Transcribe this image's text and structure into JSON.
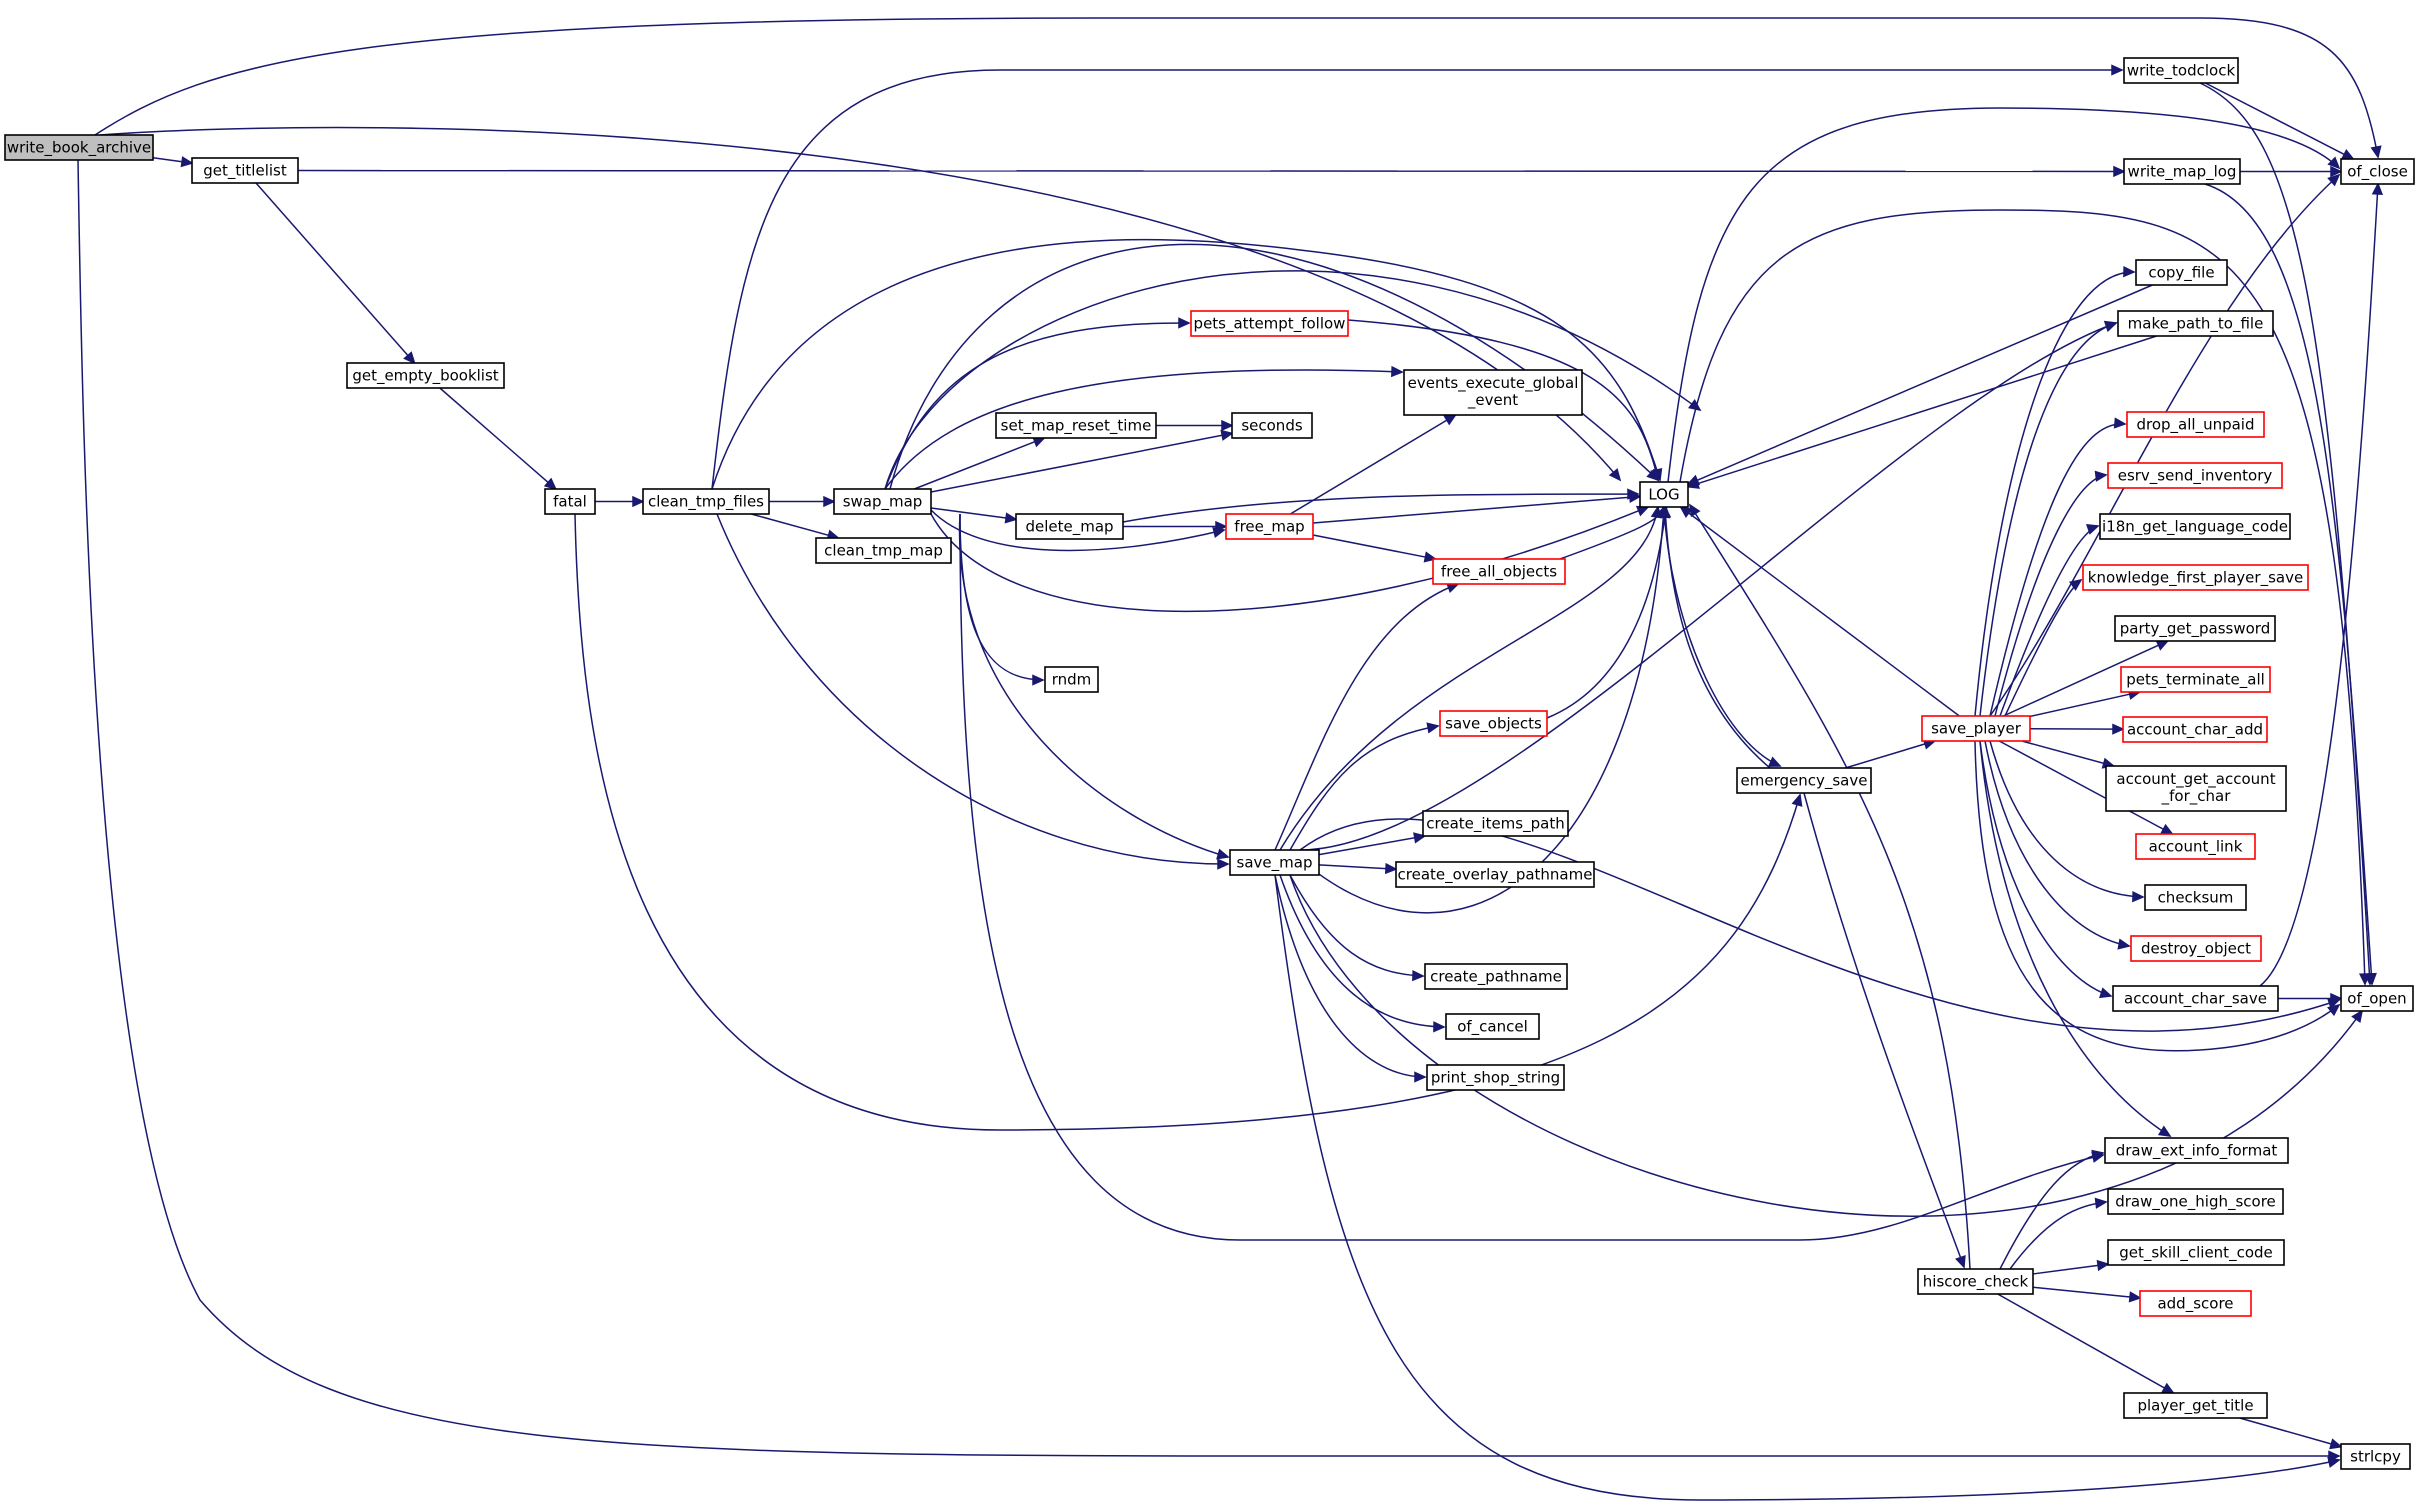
{
  "graph": {
    "colors": {
      "edge": "#191970",
      "node_border": "#000000",
      "node_border_incomplete": "#ff0000",
      "root_fill": "#bfbfbf",
      "node_fill": "#ffffff"
    },
    "nodes": {
      "write_book_archive": "write_book_archive",
      "get_titlelist": "get_titlelist",
      "get_empty_booklist": "get_empty_booklist",
      "fatal": "fatal",
      "clean_tmp_files": "clean_tmp_files",
      "swap_map": "swap_map",
      "clean_tmp_map": "clean_tmp_map",
      "set_map_reset_time": "set_map_reset_time",
      "seconds": "seconds",
      "pets_attempt_follow": "pets_attempt_follow",
      "events_execute_global_event_1": "events_execute_global",
      "events_execute_global_event_2": "_event",
      "delete_map": "delete_map",
      "free_map": "free_map",
      "free_all_objects": "free_all_objects",
      "rndm": "rndm",
      "save_objects": "save_objects",
      "save_map": "save_map",
      "create_items_path": "create_items_path",
      "create_overlay_pathname": "create_overlay_pathname",
      "create_pathname": "create_pathname",
      "of_cancel": "of_cancel",
      "print_shop_string": "print_shop_string",
      "LOG": "LOG",
      "emergency_save": "emergency_save",
      "save_player": "save_player",
      "hiscore_check": "hiscore_check",
      "write_todclock": "write_todclock",
      "write_map_log": "write_map_log",
      "of_close": "of_close",
      "of_open": "of_open",
      "strlcpy": "strlcpy",
      "copy_file": "copy_file",
      "make_path_to_file": "make_path_to_file",
      "drop_all_unpaid": "drop_all_unpaid",
      "esrv_send_inventory": "esrv_send_inventory",
      "i18n_get_language_code": "i18n_get_language_code",
      "knowledge_first_player_save": "knowledge_first_player_save",
      "party_get_password": "party_get_password",
      "pets_terminate_all": "pets_terminate_all",
      "account_char_add": "account_char_add",
      "account_get_account_for_char_1": "account_get_account",
      "account_get_account_for_char_2": "_for_char",
      "account_link": "account_link",
      "checksum": "checksum",
      "destroy_object": "destroy_object",
      "account_char_save": "account_char_save",
      "draw_ext_info_format": "draw_ext_info_format",
      "draw_one_high_score": "draw_one_high_score",
      "get_skill_client_code": "get_skill_client_code",
      "add_score": "add_score",
      "player_get_title": "player_get_title"
    }
  }
}
